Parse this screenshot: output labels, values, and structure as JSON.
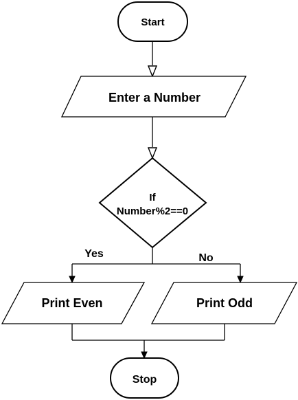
{
  "diagram": {
    "nodes": {
      "start": {
        "type": "terminator",
        "label": "Start"
      },
      "input": {
        "type": "input-output",
        "label": "Enter a Number"
      },
      "decision": {
        "type": "decision",
        "label_line1": "If",
        "label_line2": "Number%2==0"
      },
      "print_even": {
        "type": "input-output",
        "label": "Print Even"
      },
      "print_odd": {
        "type": "input-output",
        "label": "Print Odd"
      },
      "stop": {
        "type": "terminator",
        "label": "Stop"
      }
    },
    "edges": {
      "yes_label": "Yes",
      "no_label": "No"
    },
    "colors": {
      "stroke": "#000000",
      "fill": "#ffffff",
      "text": "#000000"
    }
  }
}
